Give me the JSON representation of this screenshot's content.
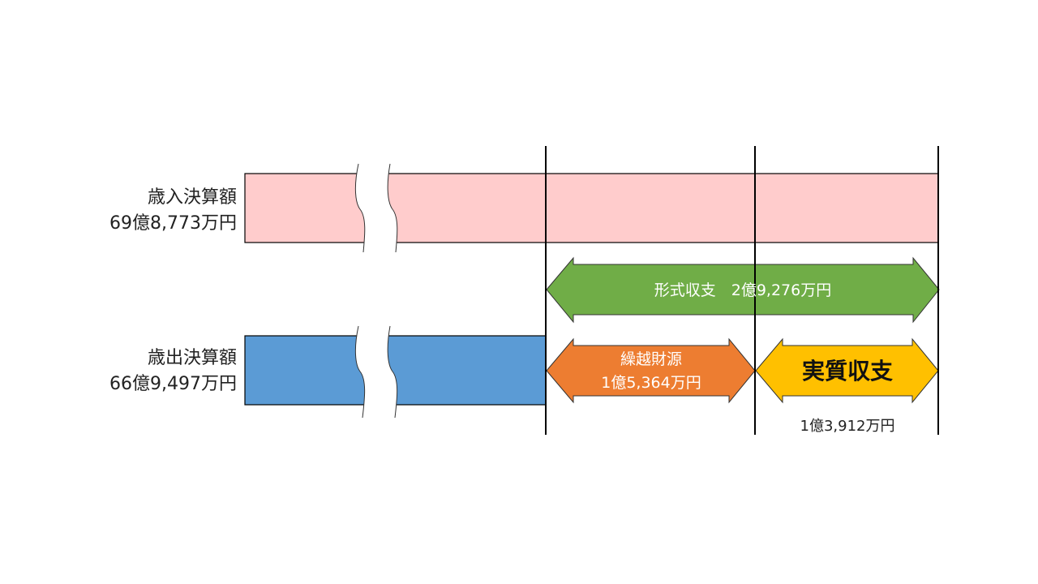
{
  "revenue": {
    "label": "歳入決算額",
    "amount": "69億8,773万円",
    "color": "#FFCCCC"
  },
  "expenditure": {
    "label": "歳出決算額",
    "amount": "66億9,497万円",
    "color": "#5B9BD5"
  },
  "formal_balance": {
    "label": "形式収支　2億9,276万円",
    "color": "#70AD47"
  },
  "carryover": {
    "label": "繰越財源",
    "amount": "1億5,364万円",
    "color": "#ED7D31"
  },
  "real_balance": {
    "label": "実質収支",
    "amount": "1億3,912万円",
    "color": "#FFC000"
  }
}
